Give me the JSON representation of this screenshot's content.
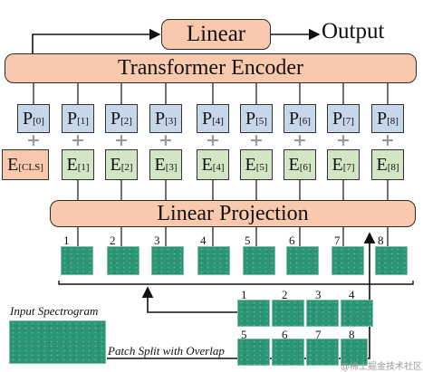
{
  "top": {
    "linear_label": "Linear",
    "output_label": "Output"
  },
  "encoder_label": "Transformer Encoder",
  "projection_label": "Linear Projection",
  "positions": [
    {
      "base": "P",
      "sub": "[0]"
    },
    {
      "base": "P",
      "sub": "[1]"
    },
    {
      "base": "P",
      "sub": "[2]"
    },
    {
      "base": "P",
      "sub": "[3]"
    },
    {
      "base": "P",
      "sub": "[4]"
    },
    {
      "base": "P",
      "sub": "[5]"
    },
    {
      "base": "P",
      "sub": "[6]"
    },
    {
      "base": "P",
      "sub": "[7]"
    },
    {
      "base": "P",
      "sub": "[8]"
    }
  ],
  "embeddings": [
    {
      "base": "E",
      "sub": "[CLS]"
    },
    {
      "base": "E",
      "sub": "[1]"
    },
    {
      "base": "E",
      "sub": "[2]"
    },
    {
      "base": "E",
      "sub": "[3]"
    },
    {
      "base": "E",
      "sub": "[4]"
    },
    {
      "base": "E",
      "sub": "[5]"
    },
    {
      "base": "E",
      "sub": "[6]"
    },
    {
      "base": "E",
      "sub": "[7]"
    },
    {
      "base": "E",
      "sub": "[8]"
    }
  ],
  "plus_symbol": "+",
  "patch_numbers": [
    "1",
    "2",
    "3",
    "4",
    "5",
    "6",
    "7",
    "8"
  ],
  "input_label": "Input Spectrogram",
  "split_label": "Patch Split with Overlap",
  "watermark": "@稀土掘金技术社区",
  "colors": {
    "orange": "#f9c9ae",
    "blue": "#c6d7ea",
    "green_box": "#d2e6c5",
    "patch": "#2a9676"
  }
}
